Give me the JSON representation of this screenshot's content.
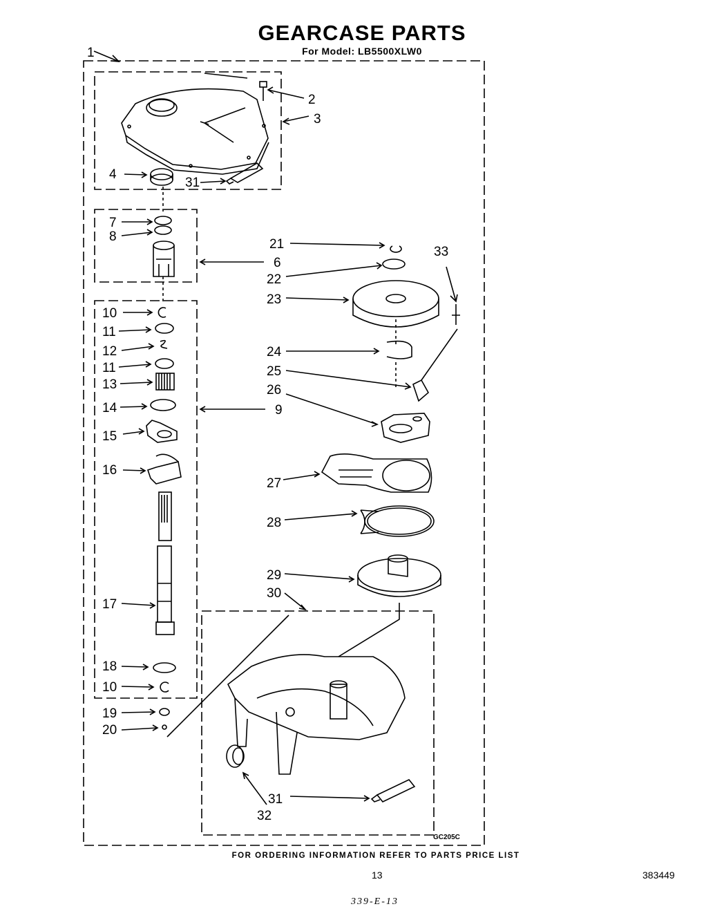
{
  "header": {
    "title": "GEARCASE PARTS",
    "subtitle": "For Model: LB5500XLW0"
  },
  "drawing_code": "GC205C",
  "footer": {
    "ordering_note": "FOR ORDERING INFORMATION REFER TO PARTS PRICE LIST",
    "page_number": "13",
    "document_number": "383449",
    "handwritten_mark": "339-E-13"
  },
  "callouts": [
    "1",
    "2",
    "3",
    "4",
    "31",
    "7",
    "8",
    "6",
    "10",
    "11",
    "12",
    "11",
    "13",
    "14",
    "9",
    "15",
    "16",
    "17",
    "18",
    "10",
    "19",
    "20",
    "21",
    "22",
    "23",
    "24",
    "25",
    "26",
    "27",
    "28",
    "29",
    "30",
    "33",
    "31",
    "32"
  ]
}
